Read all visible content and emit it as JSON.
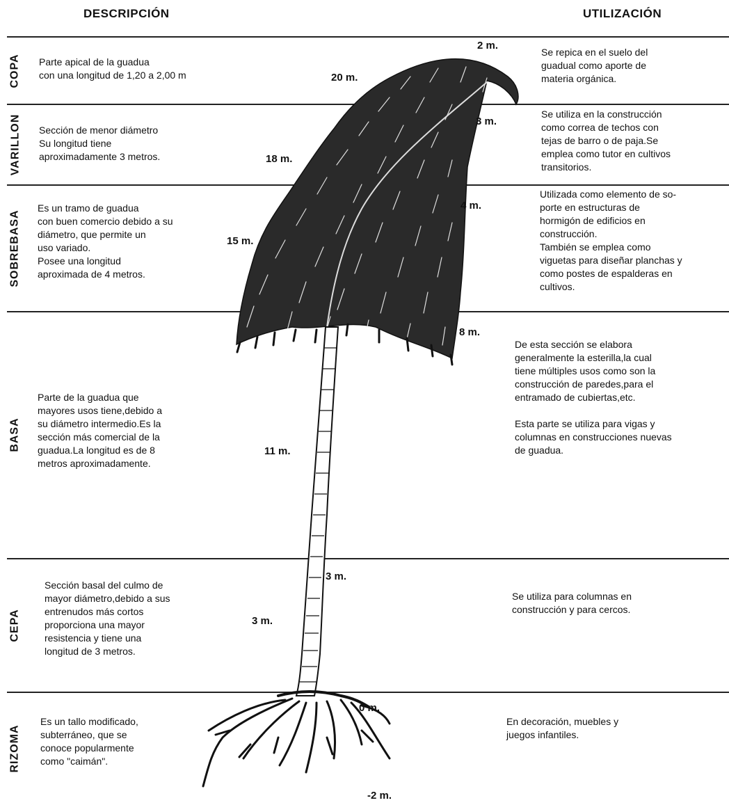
{
  "headers": {
    "description": "DESCRIPCIÓN",
    "utilization": "UTILIZACIÓN"
  },
  "sections": [
    {
      "name": "COPA",
      "description": "Parte apical de la guadua\ncon una longitud de 1,20 a 2,00 m",
      "utilization": "Se repica en el suelo del\nguadual como aporte de\nmateria orgánica."
    },
    {
      "name": "VARILLON",
      "description": "Sección de menor diámetro\nSu longitud tiene\naproximadamente 3 metros.",
      "utilization": "Se utiliza en la construcción\ncomo correa de techos con\ntejas de barro o de paja.Se\nemplea como tutor en cultivos\ntransitorios."
    },
    {
      "name": "SOBREBASA",
      "description": "Es un tramo de guadua\ncon buen comercio debido a su\ndiámetro, que permite un\nuso variado.\nPosee una longitud\naproximada de 4 metros.",
      "utilization": "Utilizada como elemento de so-\nporte en estructuras de\nhormigón de edificios en\nconstrucción.\nTambién se emplea como\nviguetas para diseñar planchas y\ncomo postes de espalderas en\ncultivos."
    },
    {
      "name": "BASA",
      "description": "Parte de la guadua que\nmayores usos tiene,debido a\nsu diámetro intermedio.Es la\nsección más comercial de la\nguadua.La longitud es de 8\nmetros aproximadamente.",
      "utilization": "De esta sección se elabora\ngeneralmente la esterilla,la cual\ntiene múltiples usos como son la\nconstrucción de paredes,para el\nentramado de cubiertas,etc.\n\nEsta parte se utiliza para vigas y\ncolumnas en construcciones nuevas\nde guadua."
    },
    {
      "name": "CEPA",
      "description": "Sección basal del culmo de\nmayor diámetro,debido a sus\nentrenudos más cortos\nproporciona una mayor\nresistencia y tiene una\nlongitud de 3 metros.",
      "utilization": "Se utiliza para columnas en\nconstrucción y para cercos."
    },
    {
      "name": "RIZOMA",
      "description": "Es un tallo modificado,\nsubterráneo, que se\nconoce popularmente\ncomo \"caimán\".",
      "utilization": "En decoración, muebles y\n juegos infantiles."
    }
  ],
  "measurements": {
    "height_20": "20 m.",
    "height_18": "18 m.",
    "height_15": "15 m.",
    "height_11": "11 m.",
    "height_3_left": "3 m.",
    "len_2": "2 m.",
    "len_3": "3 m.",
    "len_4": "4 m.",
    "len_8": "8 m.",
    "len_3_right": "3 m.",
    "ground_0": "0 m.",
    "depth_-2": "-2 m."
  }
}
